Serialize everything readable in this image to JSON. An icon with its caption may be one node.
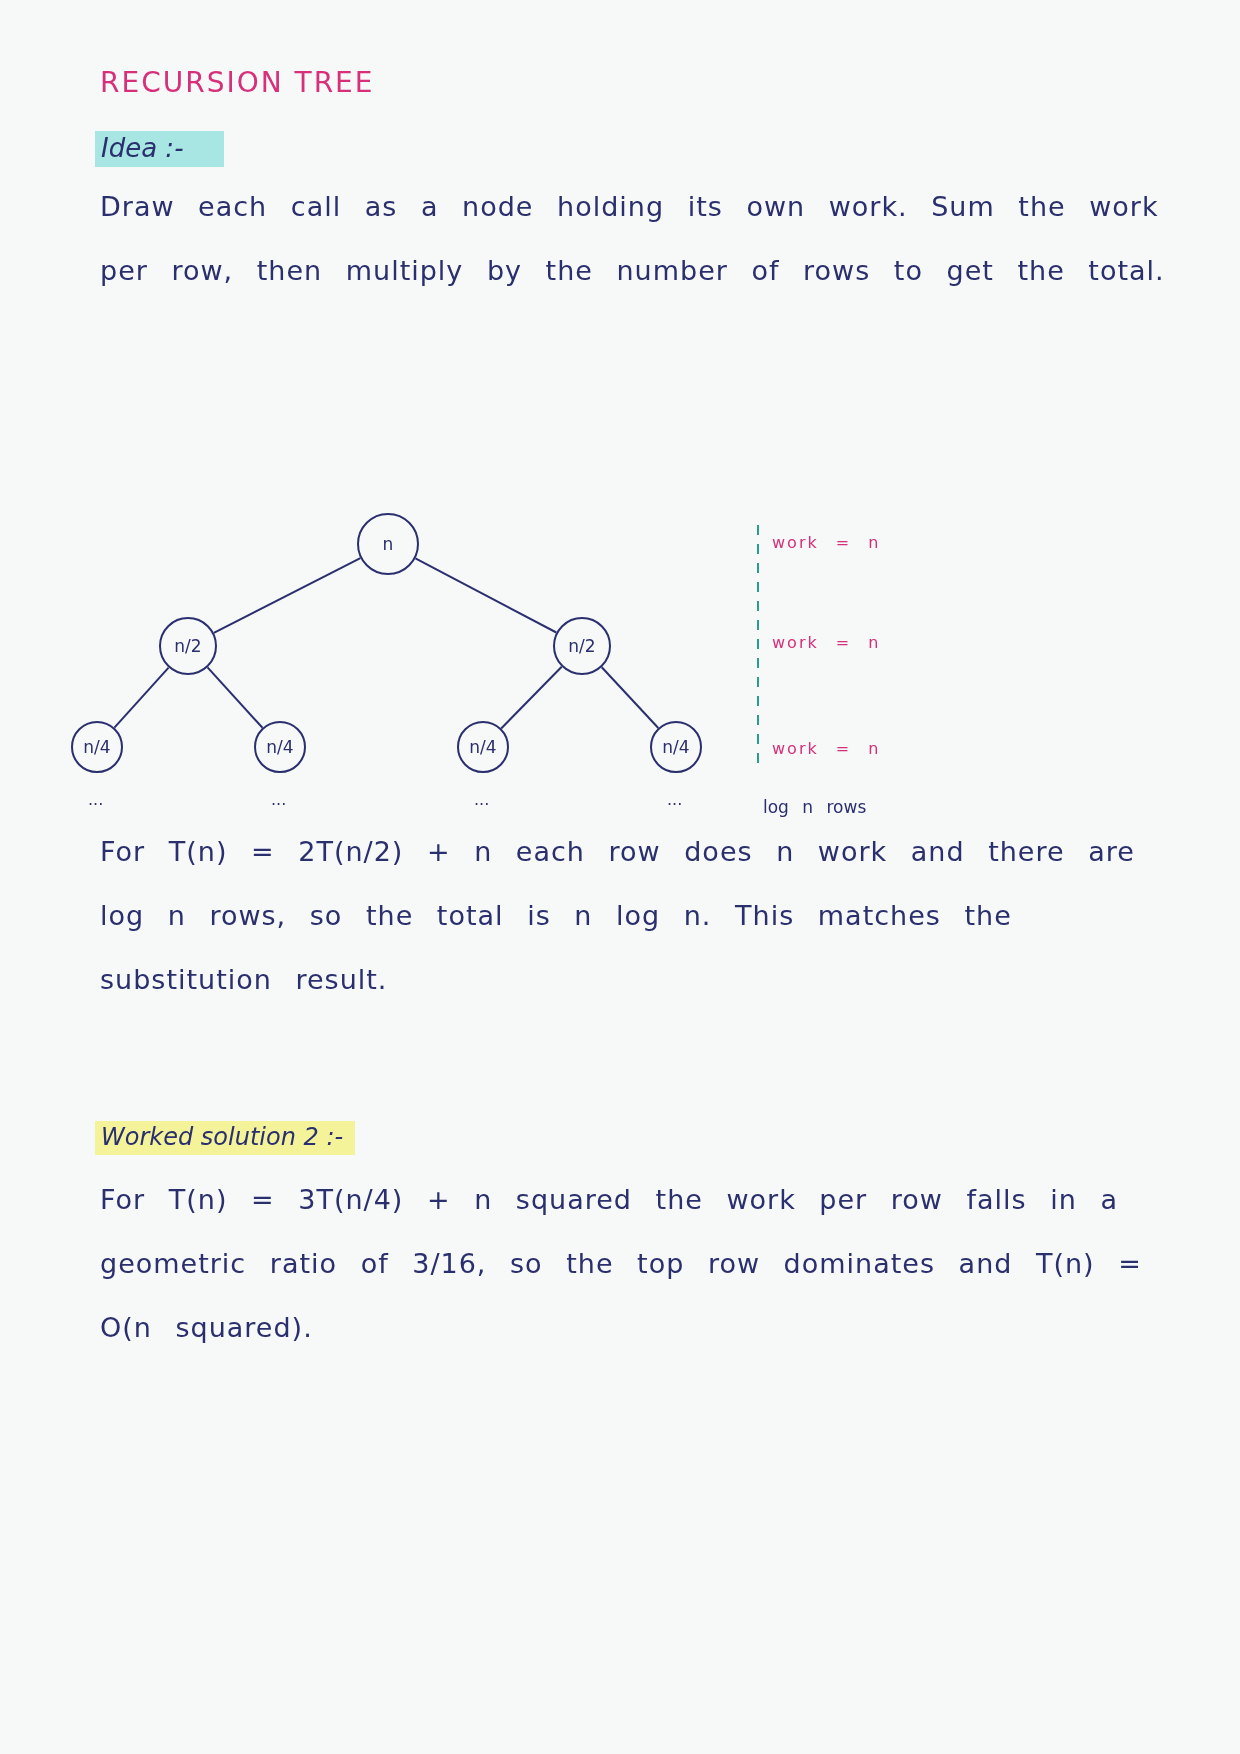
{
  "diagram": {
    "title": "RECURSION TREE",
    "nodes": [
      {
        "text": [
          "n"
        ]
      },
      {
        "text": [
          "n/2"
        ]
      },
      {
        "text": [
          "n/2"
        ]
      },
      {
        "text": [
          "n/4"
        ]
      },
      {
        "text": [
          "n/4"
        ]
      },
      {
        "text": [
          "n/4"
        ]
      },
      {
        "text": [
          "n/4"
        ]
      }
    ],
    "edges": [
      {
        "from": 0,
        "to": 1,
        "arrow": "none"
      },
      {
        "from": 0,
        "to": 2,
        "arrow": "none"
      },
      {
        "from": 1,
        "to": 3,
        "arrow": "none"
      },
      {
        "from": 1,
        "to": 4,
        "arrow": "none"
      },
      {
        "from": 2,
        "to": 5,
        "arrow": "none"
      },
      {
        "from": 2,
        "to": 6,
        "arrow": "none"
      }
    ],
    "labels": [
      "Idea :-",
      "Draw each call as a node holding its own work. Sum the work per row, then multiply by the number of rows to get the total.",
      "work = n",
      "work = n",
      "work = n",
      "...",
      "...",
      "...",
      "...",
      "log n rows",
      "For T(n) = 2T(n/2) + n each row does n work and there are log n rows, so the total is n log n. This matches the substitution result.",
      "Worked solution 2 :-",
      "For T(n) = 3T(n/4) + n squared the work per row falls in a geometric ratio of 3/16, so the top row dominates and T(n) = O(n squared)."
    ]
  }
}
